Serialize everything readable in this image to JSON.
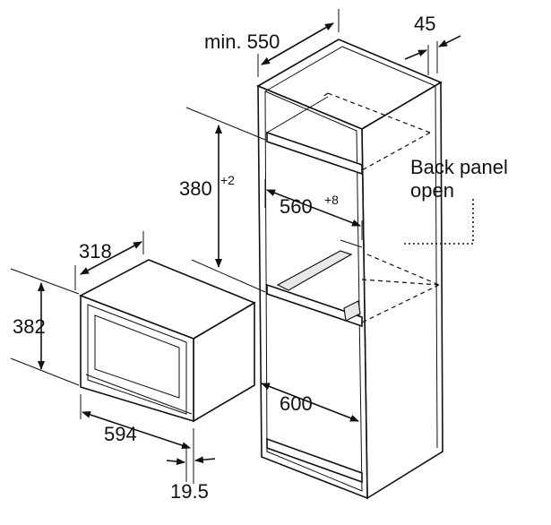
{
  "dimensions": {
    "cabinet_depth": "min. 550",
    "back_gap": "45",
    "niche_height": "380",
    "niche_height_tolerance": "+2",
    "niche_width": "560",
    "niche_width_tolerance": "+8",
    "back_panel_line1": "Back panel",
    "back_panel_line2": "open",
    "appliance_depth": "318",
    "appliance_height": "382",
    "appliance_width": "594",
    "front_offset": "19.5",
    "shelf_depth": "600"
  }
}
